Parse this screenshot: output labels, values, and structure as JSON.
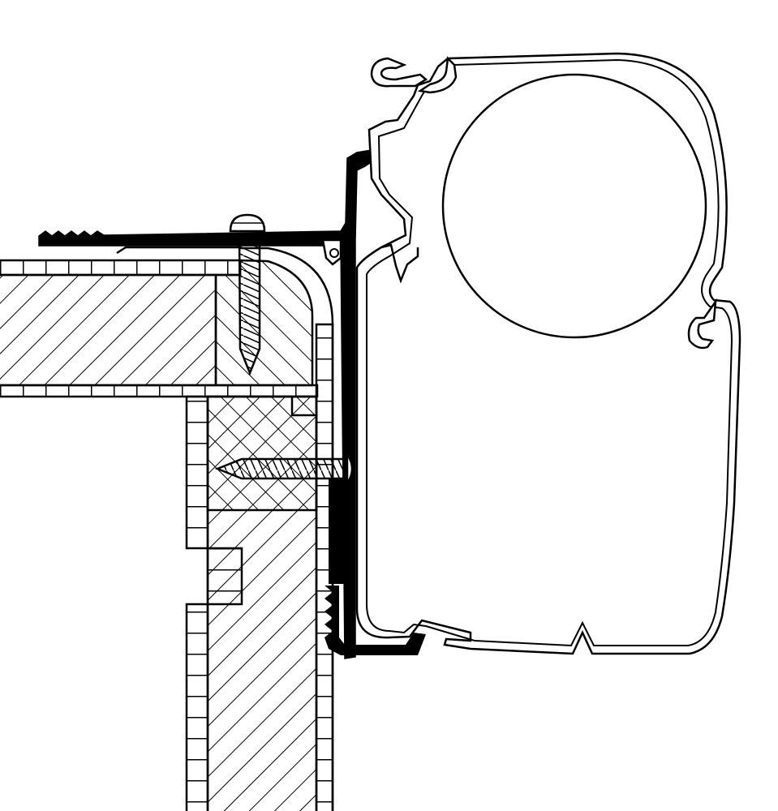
{
  "diagram": {
    "kind": "technical-cross-section",
    "subject": "awning-mounting-adapter",
    "labels": [],
    "colors": {
      "background": "#ffffff",
      "line": "#000000",
      "bracket_fill": "#000000"
    },
    "parts": [
      "roof-panel",
      "wall-panel",
      "mounting-bracket",
      "roof-screw",
      "wall-screw",
      "awning-housing",
      "awning-roller-tube"
    ]
  }
}
